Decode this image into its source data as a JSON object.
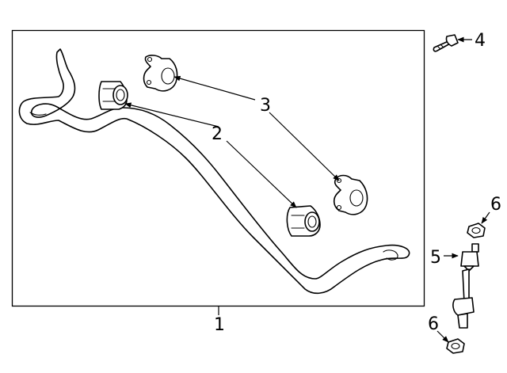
{
  "diagram": {
    "callouts": {
      "bar": "1",
      "bushing": "2",
      "bracket": "3",
      "bolt": "4",
      "link": "5",
      "nut_upper": "6",
      "nut_lower": "6"
    }
  }
}
